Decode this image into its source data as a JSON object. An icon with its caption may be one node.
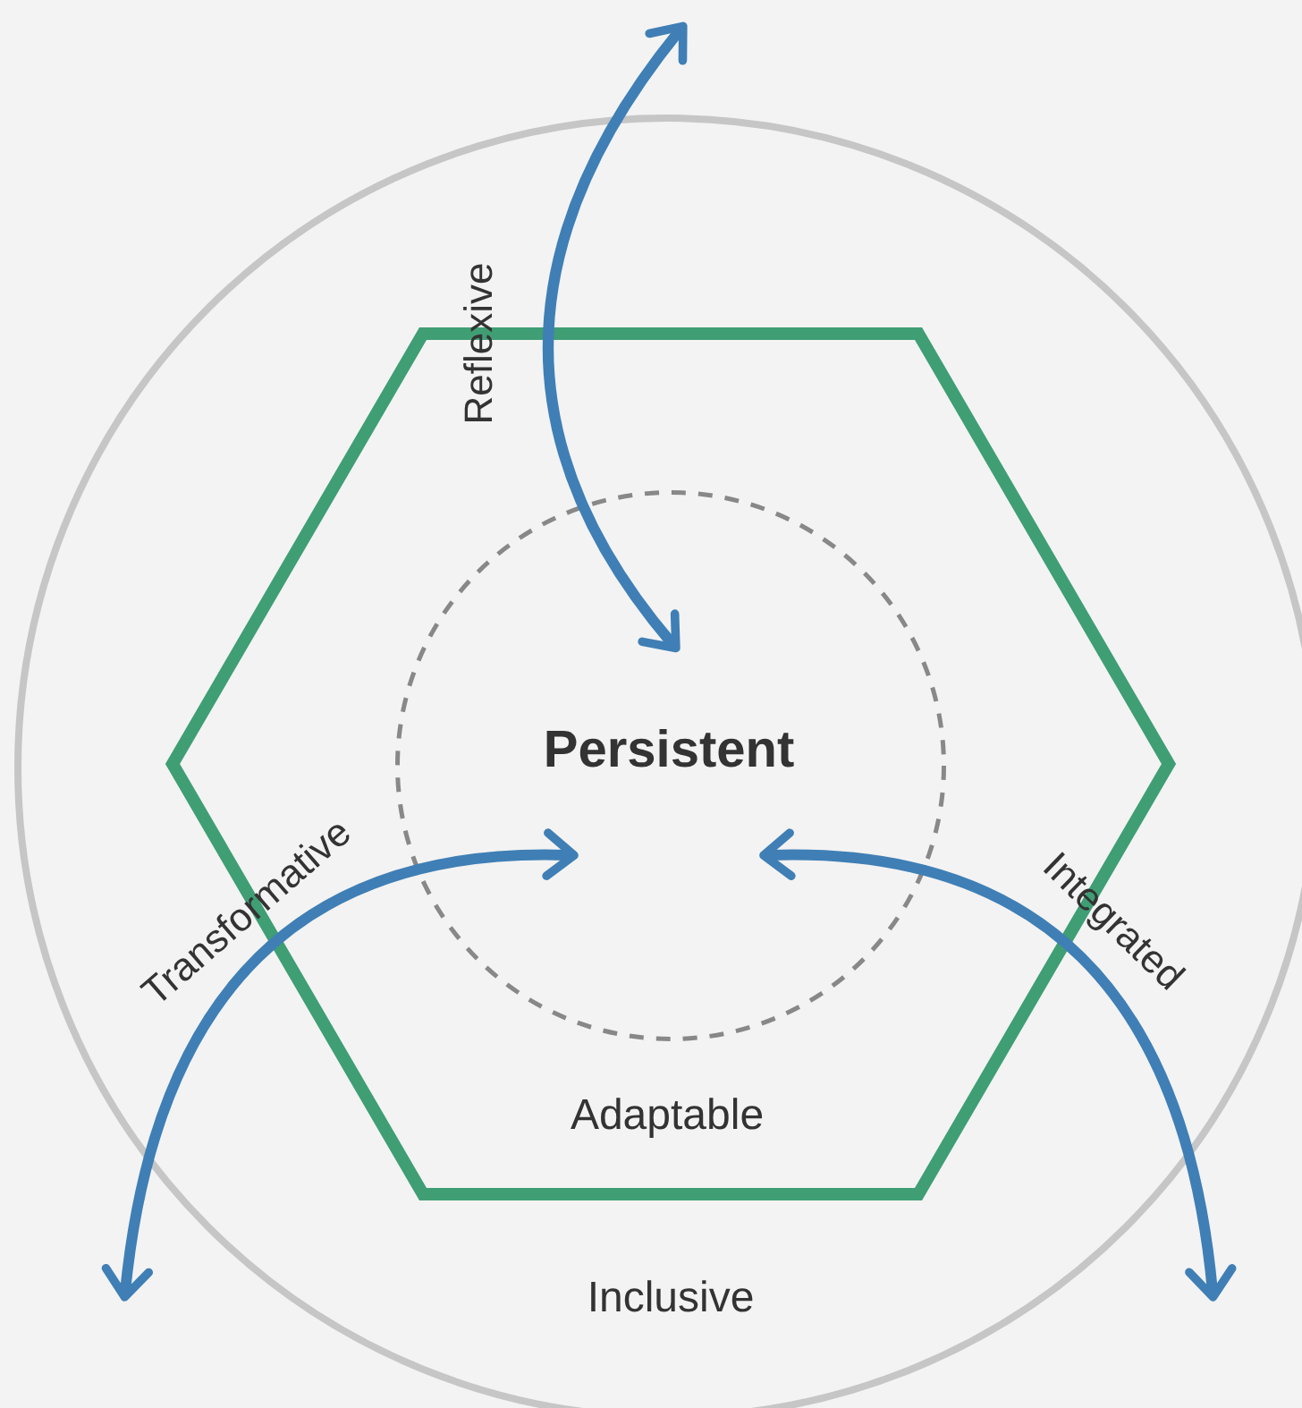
{
  "diagram": {
    "nodes": [
      {
        "text": [
          "Inclusive"
        ]
      },
      {
        "text": [
          "Adaptable"
        ],
        "in": 0
      },
      {
        "text": [
          "Persistent"
        ],
        "in": 1
      }
    ],
    "edges": [
      {
        "from": null,
        "to": 2,
        "arrow": "both",
        "label": "Reflexive"
      },
      {
        "from": null,
        "to": 2,
        "arrow": "both",
        "label": "Transformative"
      },
      {
        "from": null,
        "to": 2,
        "arrow": "both",
        "label": "Integrated"
      }
    ]
  }
}
